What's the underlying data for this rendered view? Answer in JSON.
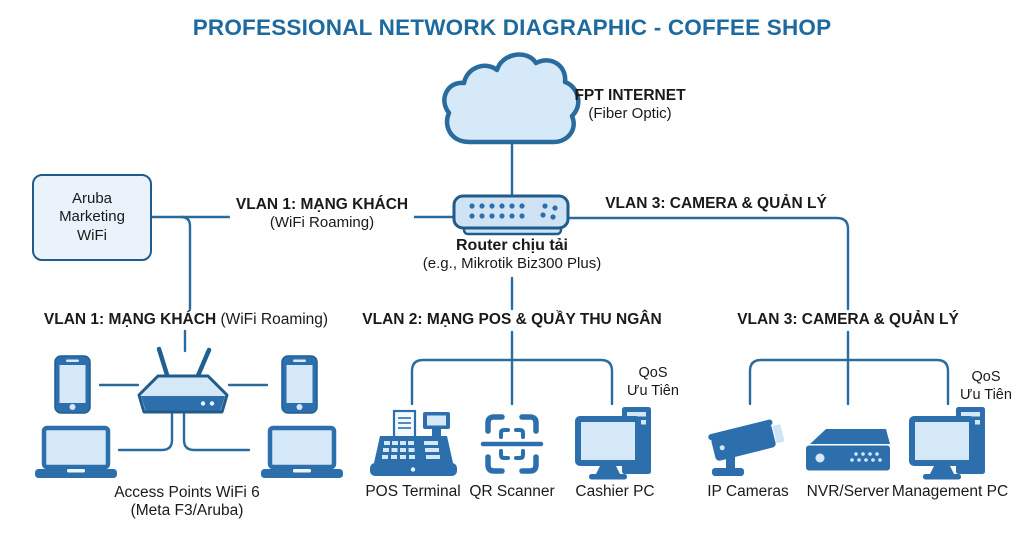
{
  "title": "PROFESSIONAL NETWORK DIAGRAPHIC - COFFEE SHOP",
  "internet": {
    "name": "FPT INTERNET",
    "type": "(Fiber Optic)"
  },
  "aruba": {
    "lines": [
      "Aruba",
      "Marketing",
      "WiFi"
    ]
  },
  "router": {
    "name": "Router chịu tải",
    "model": "(e.g., Mikrotik Biz300 Plus)"
  },
  "uplinks": {
    "vlan1": {
      "label": "VLAN 1: MẠNG KHÁCH",
      "sub": "(WiFi Roaming)"
    },
    "vlan3": {
      "label": "VLAN 3: CAMERA & QUẢN LÝ"
    }
  },
  "segments": {
    "vlan1": {
      "label": "VLAN 1: MẠNG KHÁCH",
      "label_sub": " (WiFi Roaming)",
      "caption": "Access Points WiFi 6",
      "caption_sub": "(Meta F3/Aruba)"
    },
    "vlan2": {
      "label": "VLAN 2: MẠNG POS & QUẦY THU NGÂN",
      "qos": [
        "QoS",
        "Ưu Tiên"
      ],
      "devices": [
        "POS Terminal",
        "QR Scanner",
        "Cashier PC"
      ]
    },
    "vlan3": {
      "label": "VLAN 3: CAMERA & QUẢN LÝ",
      "qos": [
        "QoS",
        "Ưu Tiên"
      ],
      "devices": [
        "IP Cameras",
        "NVR/Server",
        "Management PC"
      ]
    }
  },
  "colors": {
    "title": "#1e6a9e",
    "connector": "#2a6b9e",
    "device_dark": "#2d6fad",
    "device_light": "#d5e8f7",
    "outline": "#1f5c8b",
    "panel_fill": "#eaf3fb",
    "text": "#1a1a1a"
  }
}
